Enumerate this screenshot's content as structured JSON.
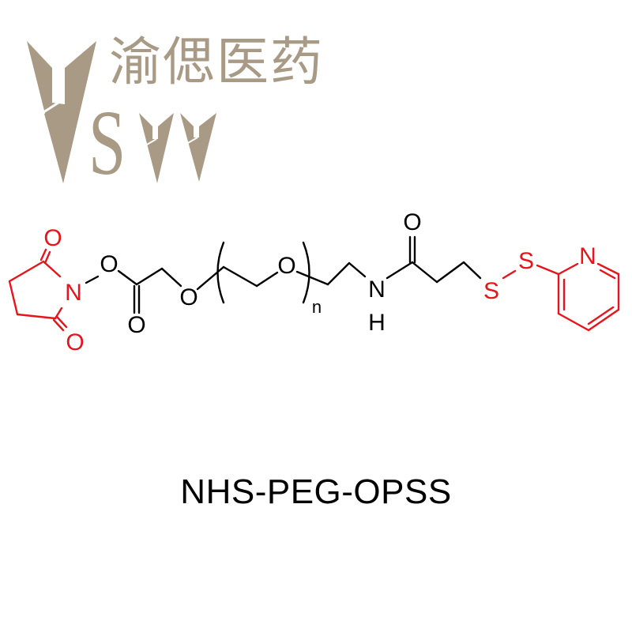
{
  "logo": {
    "company_name_cn": "渝偲医药",
    "mark_letters": "SVV",
    "s_letter": "S",
    "color": "#a89a85"
  },
  "structure": {
    "nhs_group": {
      "color": "#e8141c",
      "atoms": {
        "carbonyl_o_top": "O",
        "nitrogen": "N",
        "carbonyl_o_bottom": "O"
      }
    },
    "linker": {
      "color": "#000000",
      "atoms": {
        "ester_o": "O",
        "carbonyl_o": "O",
        "ether_o": "O",
        "peg_o": "O",
        "repeat_subscript": "n",
        "amide_n": "N",
        "amide_h": "H",
        "amide_o": "O"
      }
    },
    "opss_group": {
      "color": "#e8141c",
      "atoms": {
        "sulfur_1": "S",
        "sulfur_2": "S",
        "pyridine_n": "N"
      }
    }
  },
  "caption": {
    "title": "NHS-PEG-OPSS"
  }
}
